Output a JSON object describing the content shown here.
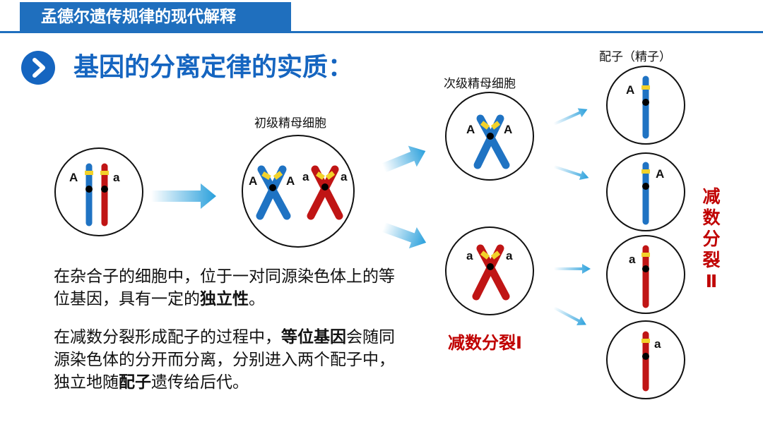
{
  "header": {
    "title": "孟德尔遗传规律的现代解释"
  },
  "section": {
    "title": "基因的分离定律的实质："
  },
  "labels": {
    "primary_cell": "初级精母细胞",
    "secondary_cell": "次级精母细胞",
    "gamete": "配子（精子）"
  },
  "alleles": {
    "dominant": "A",
    "recessive": "a"
  },
  "stages": {
    "meiosis1": "减数分裂Ⅰ",
    "meiosis2": [
      "减",
      "数",
      "分",
      "裂",
      "Ⅱ"
    ]
  },
  "paragraph1": {
    "prefix": "在杂合子的细胞中，位于一对同源染色体上的等位基因，具有一定的",
    "bold": "独立性",
    "suffix": "。"
  },
  "paragraph2": {
    "part1": "在减数分裂形成配子的过程中，",
    "bold1": "等位基因",
    "part2": "会随同源染色体的分开而分离，分别进入两个配子中，独立地随",
    "bold2": "配子",
    "part3": "遗传给后代。"
  },
  "colors": {
    "blue": "#1f73c3",
    "red": "#c01515",
    "yellow": "#f2d22b",
    "arrow": "#2aa0dc",
    "accent": "#1565c0",
    "stage": "#c00000"
  }
}
